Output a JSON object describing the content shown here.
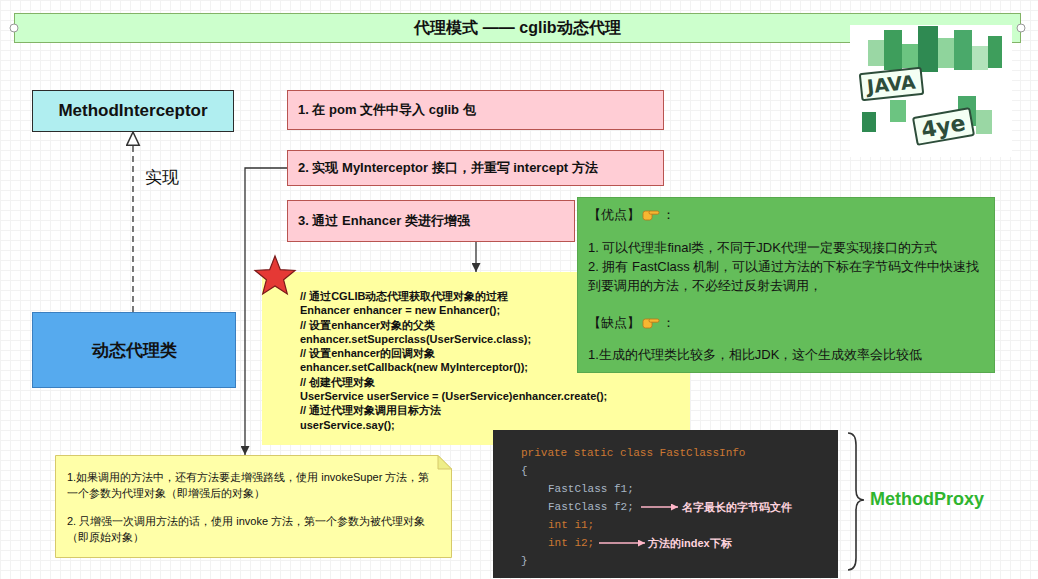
{
  "diagram": {
    "title": "代理模式 —— cglib动态代理",
    "nodes": [
      {
        "text": [
          "MethodInterceptor"
        ]
      },
      {
        "text": [
          "1. 在 pom 文件中导入 cglib 包"
        ]
      },
      {
        "text": [
          "2. 实现 MyInterceptor 接口，并重写 intercept 方法"
        ]
      },
      {
        "text": [
          "3. 通过 Enhancer 类进行增强"
        ]
      },
      {
        "text": [
          "【优点】",
          "：",
          "1. 可以代理非final类，不同于JDK代理一定要实现接口的方式",
          "2. 拥有 FastClass 机制，可以通过方法的下标在字节码文件中快速找到要调用的方法，不必经过反射去调用，",
          "【缺点】",
          "：",
          "1.生成的代理类比较多，相比JDK，这个生成效率会比较低"
        ]
      },
      {
        "text": [
          "// 通过CGLIB动态代理获取代理对象的过程",
          "Enhancer enhancer = new Enhancer();",
          "// 设置enhancer对象的父类",
          "enhancer.setSuperclass(UserService.class);",
          "// 设置enhancer的回调对象",
          "enhancer.setCallback(new MyInterceptor());",
          "// 创建代理对象",
          "UserService userService = (UserService)enhancer.create();",
          "// 通过代理对象调用目标方法",
          "userService.say();"
        ]
      },
      {
        "text": [
          "动态代理类"
        ]
      },
      {
        "text": [
          "private static class FastClassInfo",
          "{",
          "FastClass f1;",
          "FastClass f2;",
          "int i1;",
          "int i2;",
          "}",
          "名字最长的字节码文件",
          "方法的index下标"
        ]
      },
      {
        "text": [
          "1.如果调用的方法中，还有方法要走增强路线，使用 invokeSuper 方法，第一个参数为代理对象（即增强后的对象）",
          "2. 只增强一次调用方法的话，使用 invoke 方法，第一个参数为被代理对象（即原始对象）"
        ]
      }
    ],
    "edges": [
      {
        "from": 6,
        "to": 0,
        "arrow": "to",
        "label": "实现"
      },
      {
        "from": 3,
        "to": 5,
        "arrow": "to"
      },
      {
        "from": 2,
        "to": 8,
        "arrow": "to"
      }
    ],
    "labels": [
      "JAVA",
      "4ye",
      "MethodProxy"
    ]
  }
}
